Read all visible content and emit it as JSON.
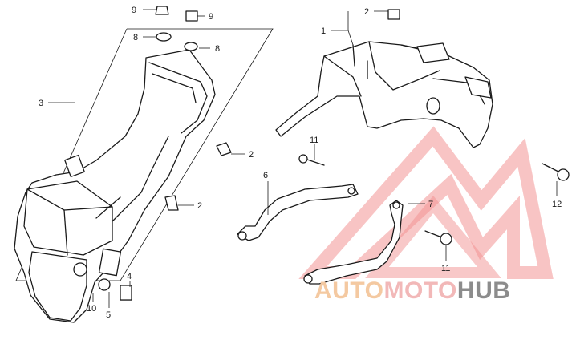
{
  "callouts": [
    {
      "id": "c9a",
      "text": "9"
    },
    {
      "id": "c9b",
      "text": "9"
    },
    {
      "id": "c8a",
      "text": "8"
    },
    {
      "id": "c8b",
      "text": "8"
    },
    {
      "id": "c3",
      "text": "3"
    },
    {
      "id": "c2a",
      "text": "2"
    },
    {
      "id": "c2b",
      "text": "2"
    },
    {
      "id": "c2c",
      "text": "2"
    },
    {
      "id": "c1",
      "text": "1"
    },
    {
      "id": "c11a",
      "text": "11"
    },
    {
      "id": "c11b",
      "text": "11"
    },
    {
      "id": "c6",
      "text": "6"
    },
    {
      "id": "c7",
      "text": "7"
    },
    {
      "id": "c12",
      "text": "12"
    },
    {
      "id": "c4",
      "text": "4"
    },
    {
      "id": "c5",
      "text": "5"
    },
    {
      "id": "c10",
      "text": "10"
    }
  ],
  "watermark": {
    "part1": "AUTO",
    "part2": "MOTO",
    "part3": "HUB",
    "colors": {
      "part1": "#f4c9a1",
      "part2": "#f2b8b8",
      "part3": "#8c8c8c",
      "logo": "#f07f7f"
    }
  }
}
